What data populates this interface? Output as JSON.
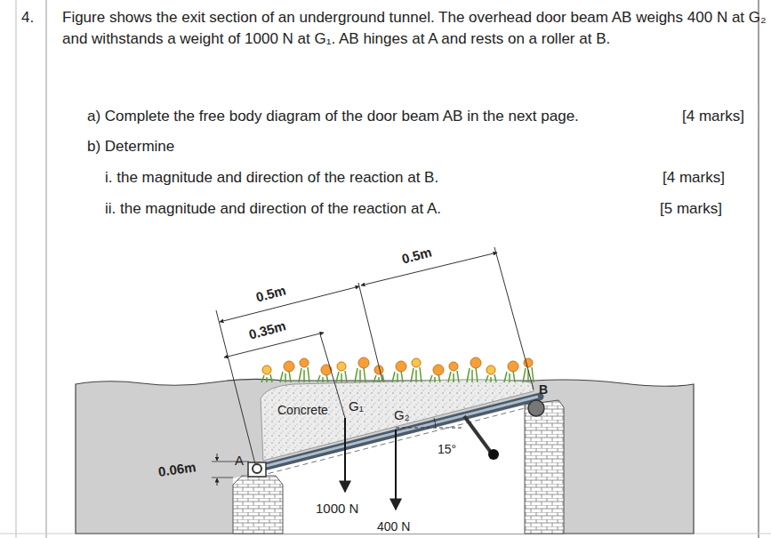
{
  "diagram": {
    "labels": [
      "4.",
      "Figure shows the exit section of an underground tunnel. The overhead door beam AB weighs 400 N at G₂ and withstands a weight of 1000 N at G₁. AB hinges at A and rests on a roller at B.",
      "a) Complete the free body diagram of the door beam AB in the next page.",
      "[4 marks]",
      "b) Determine",
      "i.  the magnitude and direction of the reaction at B.",
      "[4 marks]",
      "ii. the magnitude and direction of the reaction at A.",
      "[5 marks]",
      "0.5m",
      "0.35m",
      "0.5m",
      "Concrete",
      "G₁",
      "G₂",
      "15°",
      "A",
      "B",
      "0.06m",
      "1000 N",
      "400 N"
    ]
  }
}
